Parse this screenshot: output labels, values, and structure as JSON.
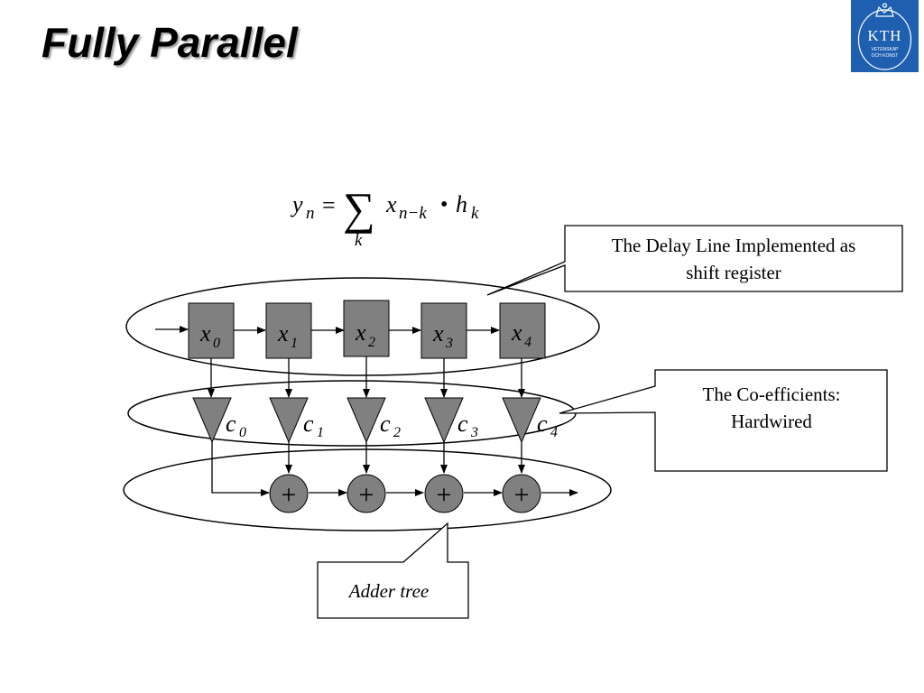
{
  "slide": {
    "title": "Fully Parallel"
  },
  "logo": {
    "text": "KTH",
    "line1": "VETENSKAP",
    "line2": "OCH KONST"
  },
  "formula": {
    "lhs": "y",
    "lhs_sub": "n",
    "equals": "=",
    "sum": "∑",
    "sum_index": "k",
    "term1": "x",
    "term1_sub": "n−k",
    "dot": "•",
    "term2": "h",
    "term2_sub": "k"
  },
  "registers": [
    {
      "base": "x",
      "sub": "0"
    },
    {
      "base": "x",
      "sub": "1"
    },
    {
      "base": "x",
      "sub": "2"
    },
    {
      "base": "x",
      "sub": "3"
    },
    {
      "base": "x",
      "sub": "4"
    }
  ],
  "coefficients": [
    {
      "base": "c",
      "sub": "0"
    },
    {
      "base": "c",
      "sub": "1"
    },
    {
      "base": "c",
      "sub": "2"
    },
    {
      "base": "c",
      "sub": "3"
    },
    {
      "base": "c",
      "sub": "4"
    }
  ],
  "adders": [
    {
      "symbol": "+"
    },
    {
      "symbol": "+"
    },
    {
      "symbol": "+"
    },
    {
      "symbol": "+"
    }
  ],
  "callouts": {
    "delay_line": {
      "line1": "The Delay Line Implemented as",
      "line2": "shift register"
    },
    "coefficients": {
      "line1": "The Co-efficients:",
      "line2": "Hardwired"
    },
    "adder_tree": {
      "line1": "Adder tree"
    }
  },
  "colors": {
    "block_fill": "#808080",
    "logo_blue": "#1f5fb0"
  }
}
